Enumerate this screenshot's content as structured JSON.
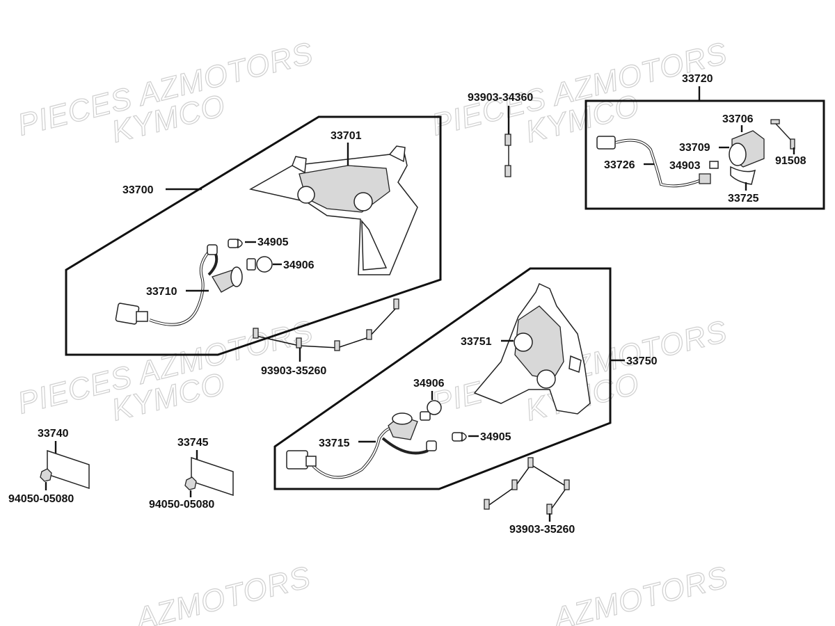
{
  "watermark": {
    "line1": "PIECES AZMOTORS",
    "line2": "KYMCO",
    "line3": "AZMOTORS"
  },
  "labels": {
    "l33700": "33700",
    "l33701": "33701",
    "l34905a": "34905",
    "l34906a": "34906",
    "l33710": "33710",
    "l93903_35260a": "93903-35260",
    "l93903_34360": "93903-34360",
    "l33720": "33720",
    "l33706": "33706",
    "l33709": "33709",
    "l33726": "33726",
    "l34903": "34903",
    "l91508": "91508",
    "l33725": "33725",
    "l33751": "33751",
    "l33750": "33750",
    "l34906b": "34906",
    "l33715": "33715",
    "l34905b": "34905",
    "l93903_35260b": "93903-35260",
    "l33740": "33740",
    "l94050_05080a": "94050-05080",
    "l33745": "33745",
    "l94050_05080b": "94050-05080"
  },
  "colors": {
    "line": "#111111",
    "watermark": "#cfcfcf",
    "background": "#ffffff"
  }
}
